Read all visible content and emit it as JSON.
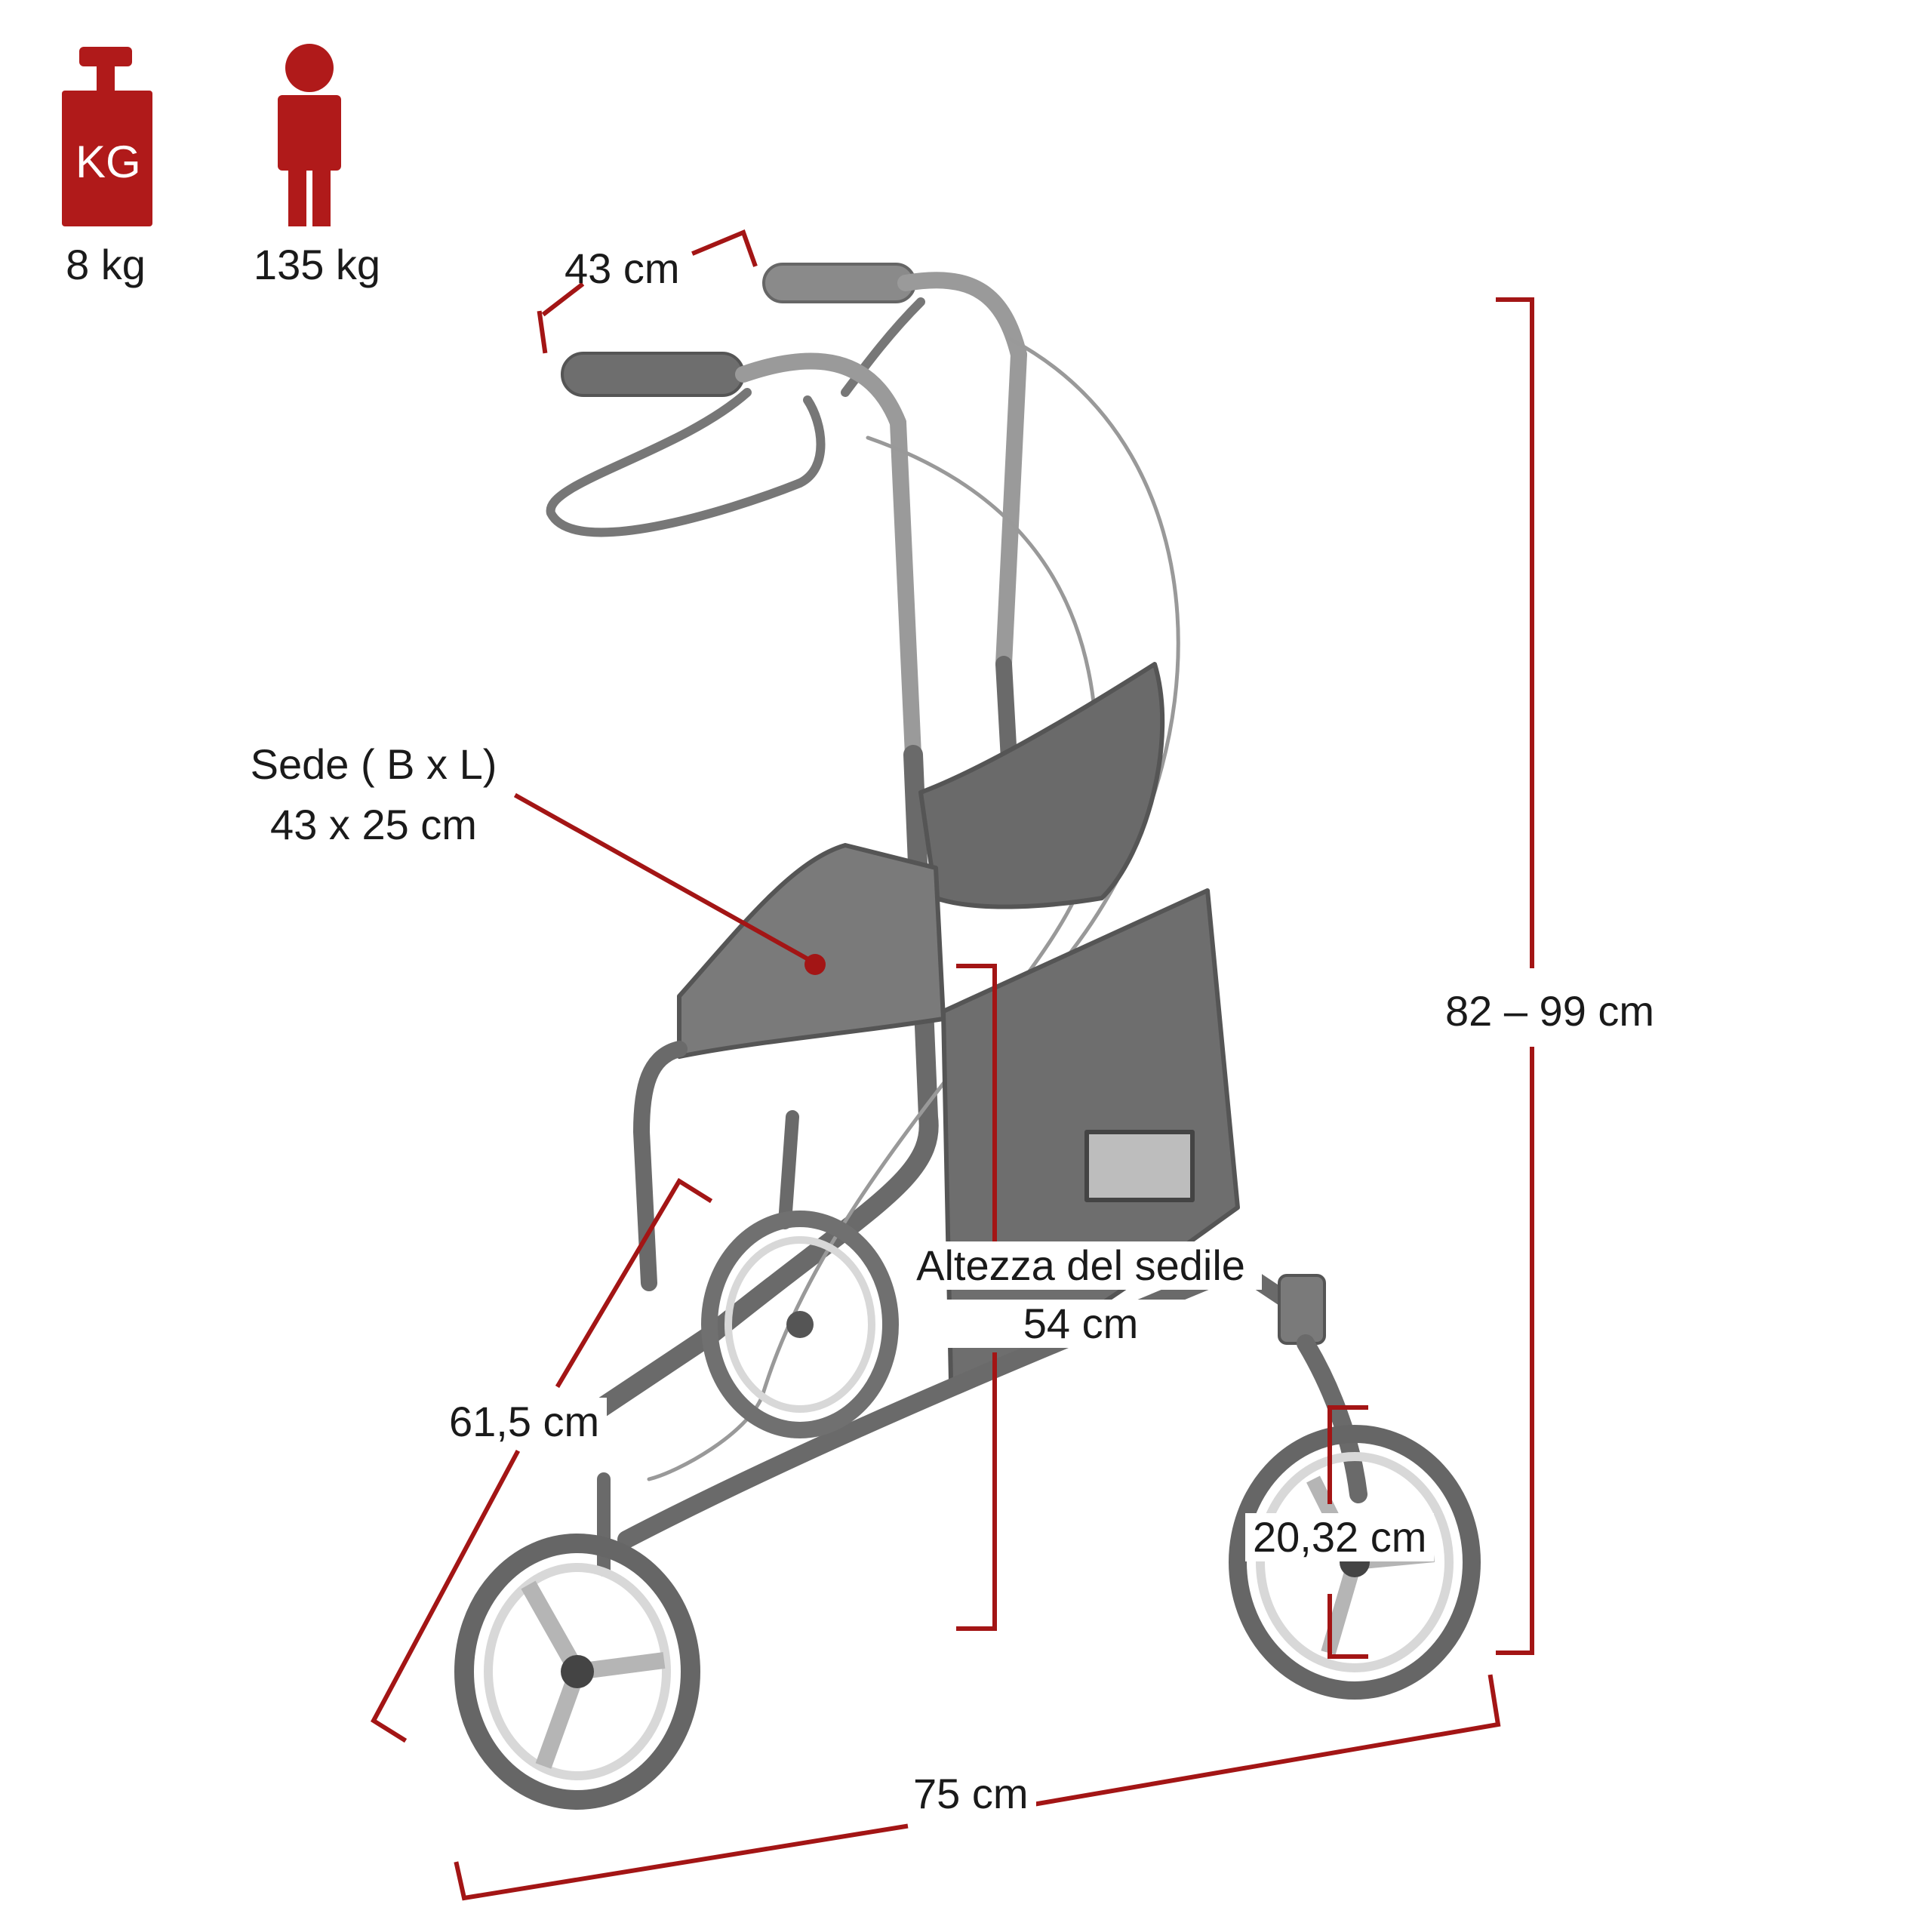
{
  "icons": {
    "weight": {
      "badge_text": "KG",
      "caption": "8 kg",
      "color": "#b01a1a"
    },
    "max_load": {
      "caption": "135 kg",
      "color": "#b01a1a"
    }
  },
  "dimensions": {
    "handle_width": "43 cm",
    "seat_label": "Sede ( B x L)",
    "seat_size": "43 x 25 cm",
    "total_height": "82 – 99 cm",
    "seat_height_label": "Altezza del sedile",
    "seat_height_value": "54 cm",
    "depth": "61,5 cm",
    "wheel_diameter": "20,32 cm",
    "width": "75 cm"
  },
  "colors": {
    "dimension_line": "#a31515",
    "walker_frame": "#8a8a8a"
  }
}
